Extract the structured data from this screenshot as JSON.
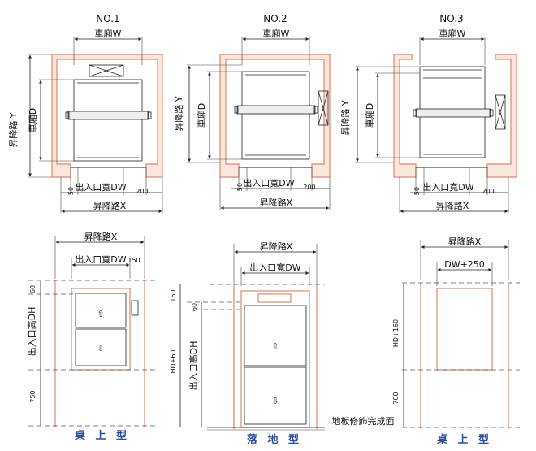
{
  "plans": [
    {
      "title": "NO.1",
      "car_w": "車廂W",
      "car_d": "車廂D",
      "shaft_y": "昇降路 Y",
      "door_dw": "出入口寬DW",
      "shaft_x": "昇降路X",
      "dim_left": "50",
      "dim_right": "200"
    },
    {
      "title": "NO.2",
      "car_w": "車廂W",
      "car_d": "車廂D",
      "shaft_y": "昇降路 Y",
      "door_dw": "出入口寬DW",
      "shaft_x": "昇降路X",
      "dim_left": "50",
      "dim_right": "200"
    },
    {
      "title": "NO.3",
      "car_w": "車廂W",
      "car_d": "車廂D",
      "shaft_y": "昇降路 Y",
      "door_dw": "出入口寬DW",
      "shaft_x": "昇降路X",
      "dim_left": "50",
      "dim_right": "200"
    }
  ],
  "elevations": [
    {
      "shaft_x": "昇降路X",
      "door_dw": "出入口寬DW",
      "dim_150": "150",
      "dim_60": "60",
      "door_dh": "出入口高DH",
      "dim_750": "750",
      "type_label": "桌 上 型"
    },
    {
      "shaft_x": "昇降路X",
      "door_dw": "出入口寬DW",
      "dim_150": "150",
      "dim_60": "60",
      "hd60": "HD+60",
      "door_dh": "出入口高DH",
      "floor_label": "地板修飾完成面",
      "type_label": "落 地 型"
    },
    {
      "shaft_x": "昇降路X",
      "dw250": "DW+250",
      "hd160": "HD+160",
      "dim_700": "700",
      "type_label": "桌 上 型"
    }
  ],
  "arrows": {
    "up": "⇧",
    "down": "⇩"
  },
  "colors": {
    "wall_fill": "#fbe6dc",
    "wall_stroke": "#d98b70",
    "line": "#222222",
    "type_label": "#2b4fa0"
  }
}
